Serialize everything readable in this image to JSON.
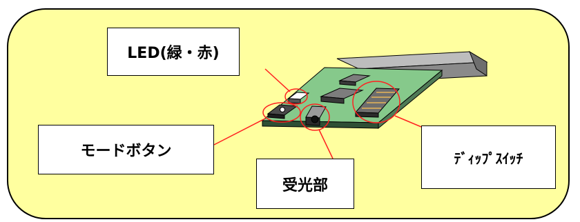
{
  "labels": {
    "led": "LED(緑・赤)",
    "mode_button": "モードボタン",
    "light_receiver": "受光部",
    "dip_switch": "ﾃﾞｨｯﾌﾟｽｲｯﾁ"
  },
  "colors": {
    "panel_fill": "#ffff9f",
    "board_green": "#86c98b",
    "board_dark": "#2f4f35",
    "callout_red": "#ff2020",
    "connector_gray": "#8a8a8a"
  },
  "icons": {
    "circuit_board": "pcb-board-illustration"
  }
}
